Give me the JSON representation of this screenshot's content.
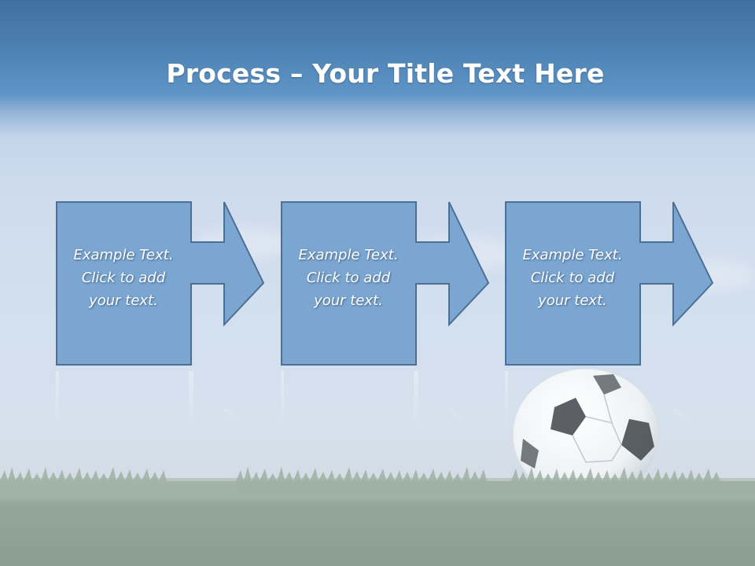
{
  "slide": {
    "title_bold": "Process",
    "title_rest": " – Your Title Text Here"
  },
  "steps": [
    {
      "text": "Example Text.\nClick  to add\nyour text."
    },
    {
      "text": "Example Text.\nClick  to add\nyour text."
    },
    {
      "text": "Example Text.\nClick  to add\nyour text."
    }
  ],
  "colors": {
    "box_fill": "#7aa6d1",
    "box_stroke": "#4d6f92",
    "sky_top": "#3f6f9e",
    "grass": "#8fa493"
  },
  "decor": {
    "ball": "soccer-ball-image",
    "grass": "grass-image"
  }
}
